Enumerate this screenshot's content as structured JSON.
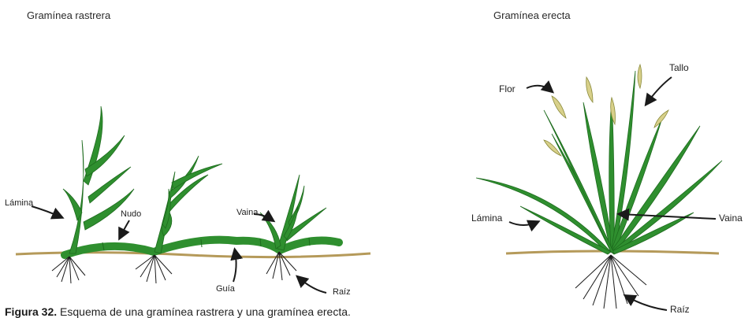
{
  "left": {
    "title": "Gramínea rastrera",
    "labels": {
      "lamina": "Lámina",
      "nudo": "Nudo",
      "vaina": "Vaina",
      "guia": "Guía",
      "raiz": "Raíz"
    }
  },
  "right": {
    "title": "Gramínea erecta",
    "labels": {
      "flor": "Flor",
      "tallo": "Tallo",
      "lamina": "Lámina",
      "vaina": "Vaina",
      "raiz": "Raíz"
    }
  },
  "caption": {
    "prefix": "Figura 32.",
    "text": "Esquema de una gramínea rastrera y una gramínea erecta."
  },
  "colors": {
    "leaf": "#2f8f2f",
    "leaf_dark": "#1d6b1d",
    "ground": "#b59a5a",
    "ink": "#1a1a1a",
    "flower": "#d8d08a"
  }
}
